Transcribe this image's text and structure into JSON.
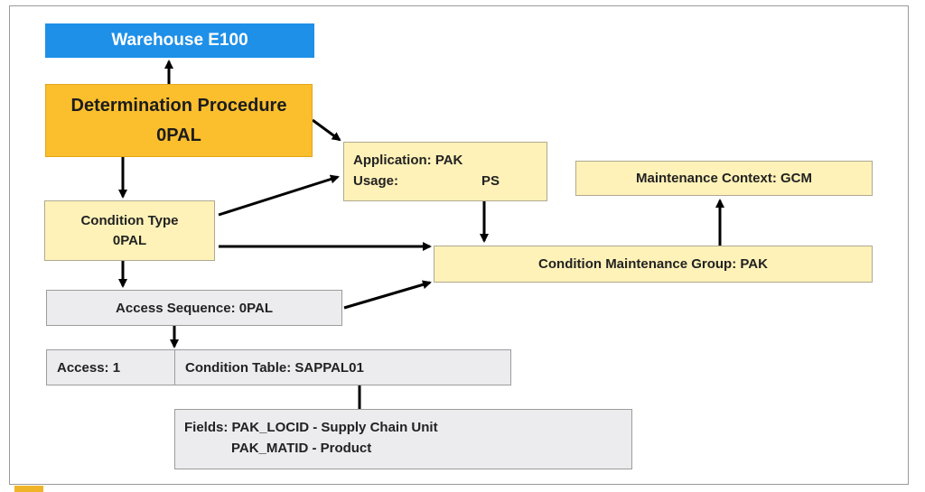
{
  "diagram": {
    "warehouse": "Warehouse E100",
    "determination_procedure": {
      "line1": "Determination Procedure",
      "line2": "0PAL"
    },
    "application": {
      "app_label": "Application: PAK",
      "usage_label": "Usage:",
      "usage_value": "PS"
    },
    "maintenance_context": "Maintenance Context: GCM",
    "condition_type": {
      "line1": "Condition Type",
      "line2": "0PAL"
    },
    "condition_maintenance_group": "Condition Maintenance Group: PAK",
    "access_sequence": "Access Sequence: 0PAL",
    "access": "Access: 1",
    "condition_table": "Condition Table: SAPPAL01",
    "fields": {
      "line1": "Fields: PAK_LOCID - Supply Chain Unit",
      "line2": "PAK_MATID - Product"
    }
  },
  "colors": {
    "warehouse_fill": "#1e90e8",
    "procedure_fill": "#fbbf2e",
    "yellow_box_fill": "#fff2b8",
    "grey_box_fill": "#ececef",
    "arrow": "#000000"
  }
}
